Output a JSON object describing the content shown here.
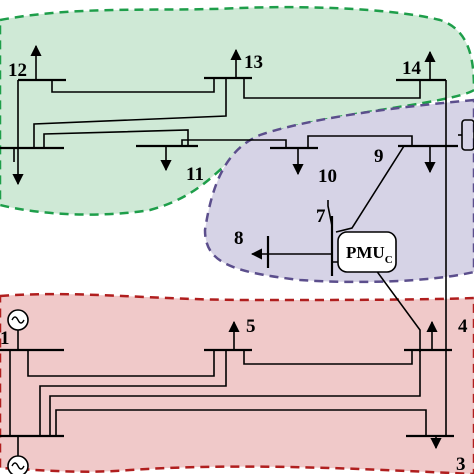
{
  "regions": {
    "green": {
      "fill": "#cfe9d6",
      "border": "#1e9e4a"
    },
    "purple": {
      "fill": "#d6d3e6",
      "border": "#5b4e8c"
    },
    "red": {
      "fill": "#f0c9c9",
      "border": "#b01e1e"
    }
  },
  "buses": {
    "b1": "1",
    "b3": "3",
    "b4": "4",
    "b5": "5",
    "b7": "7",
    "b8": "8",
    "b9": "9",
    "b10": "10",
    "b11": "11",
    "b12": "12",
    "b13": "13",
    "b14": "14"
  },
  "pmu": {
    "label": "PMU",
    "subscript": "C"
  }
}
